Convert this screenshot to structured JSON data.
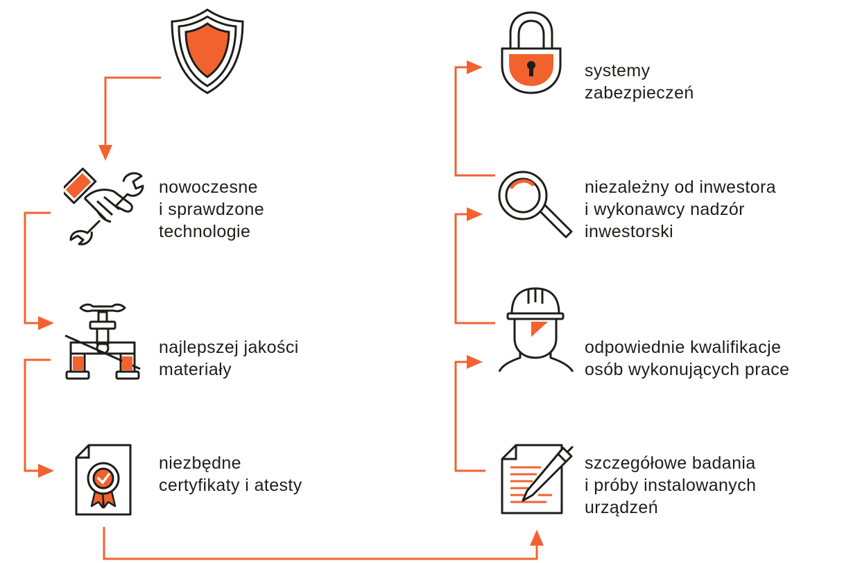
{
  "colors": {
    "accent": "#f2622f",
    "stroke": "#1d1d1b",
    "background": "#ffffff"
  },
  "left_column": [
    {
      "icon": "shield-icon",
      "lines": []
    },
    {
      "icon": "hand-wrench-icon",
      "lines": [
        "nowoczesne",
        "i sprawdzone",
        "technologie"
      ]
    },
    {
      "icon": "valve-icon",
      "lines": [
        "najlepszej jakości",
        "materiały"
      ]
    },
    {
      "icon": "certificate-icon",
      "lines": [
        "niezbędne",
        "certyfikaty i atesty"
      ]
    }
  ],
  "right_column": [
    {
      "icon": "padlock-icon",
      "lines": [
        "systemy",
        "zabezpieczeń"
      ]
    },
    {
      "icon": "magnifier-icon",
      "lines": [
        "niezależny od inwestora",
        "i wykonawcy nadzór",
        "inwestorski"
      ]
    },
    {
      "icon": "worker-helmet-icon",
      "lines": [
        "odpowiednie kwalifikacje",
        "osób wykonujących prace"
      ]
    },
    {
      "icon": "document-pen-icon",
      "lines": [
        "szczegółowe badania",
        "i próby instalowanych",
        "urządzeń"
      ]
    }
  ]
}
